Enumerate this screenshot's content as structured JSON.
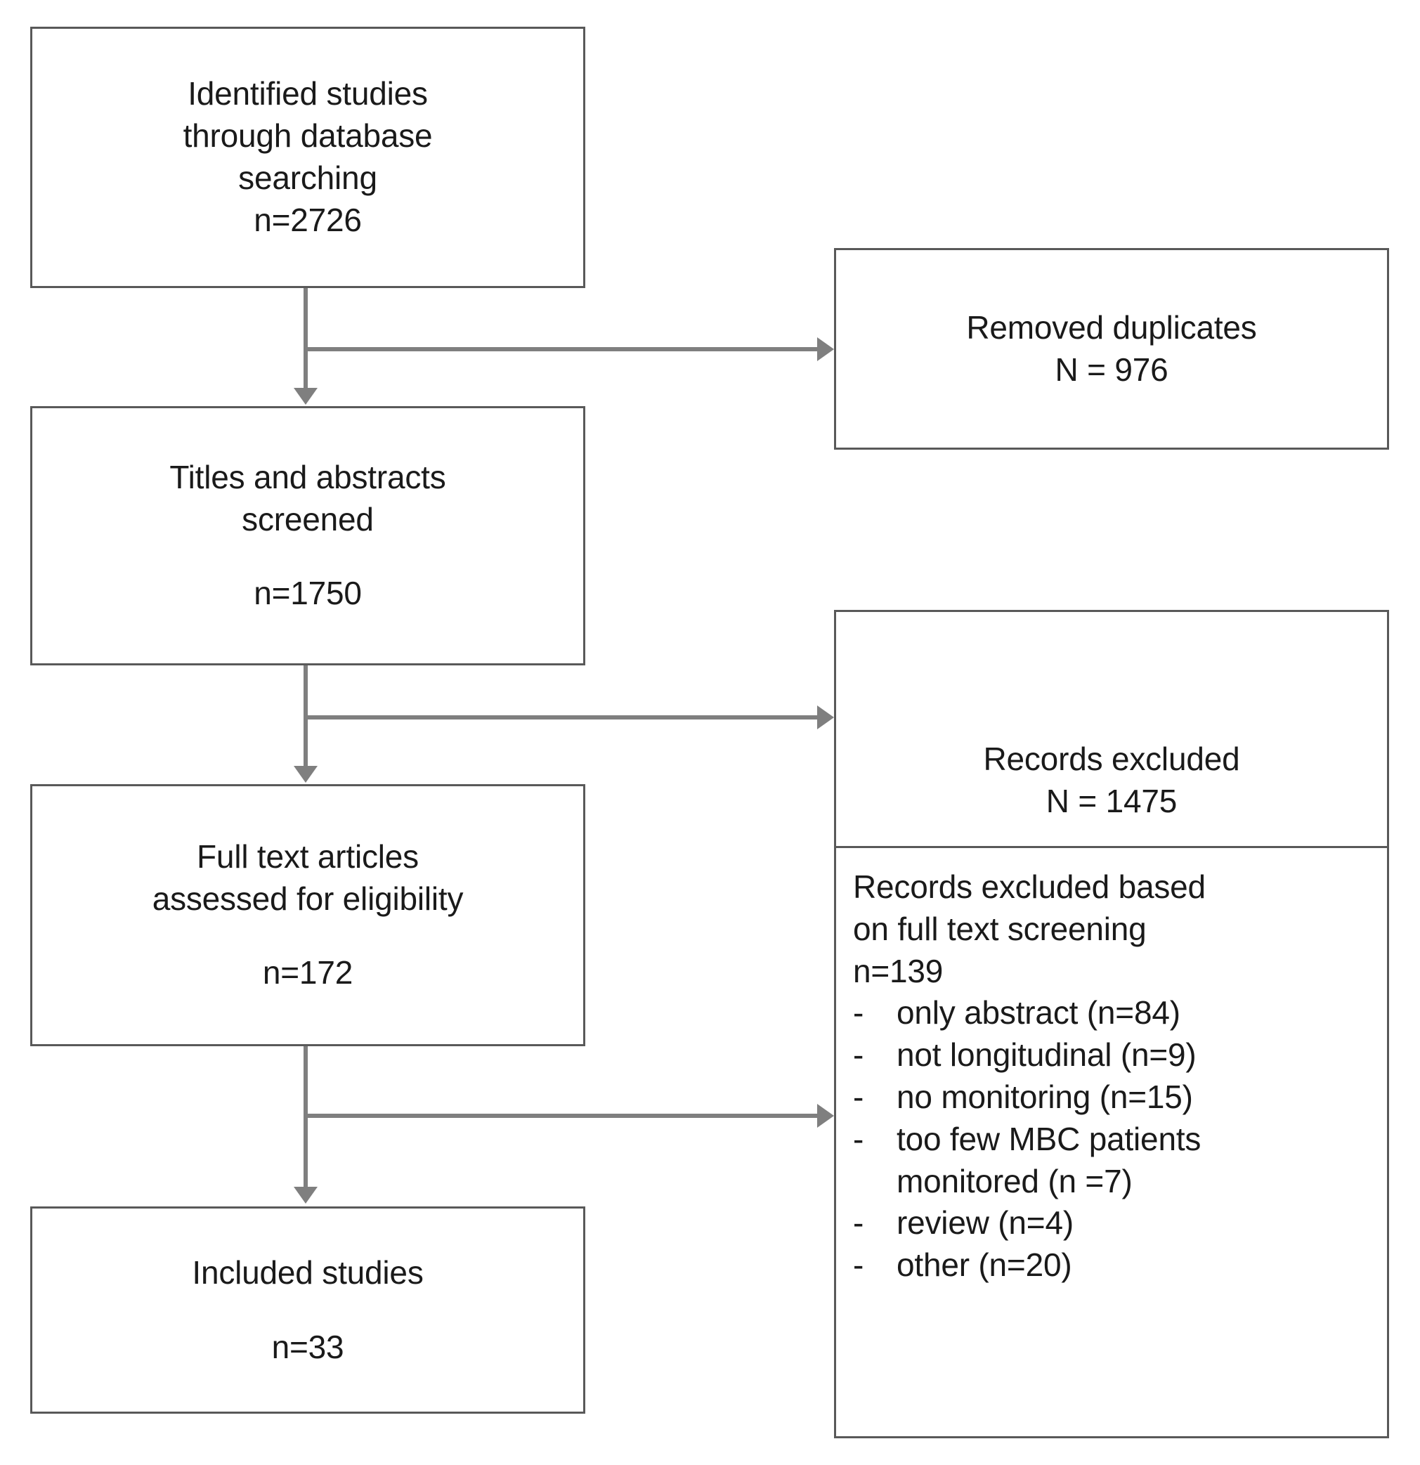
{
  "diagram": {
    "type": "prisma-flow-diagram",
    "nodes": {
      "identified": {
        "line1": "Identified studies",
        "line2": "through database",
        "line3": "searching",
        "count": "n=2726"
      },
      "duplicates": {
        "line1": "Removed duplicates",
        "count": "N = 976"
      },
      "screened": {
        "line1": "Titles and abstracts",
        "line2": "screened",
        "count": "n=1750"
      },
      "excluded": {
        "line1": "Records excluded",
        "count": "N = 1475"
      },
      "fulltext": {
        "line1": "Full text articles",
        "line2": "assessed for eligibility",
        "count": "n=172"
      },
      "excluded_full": {
        "line1": "Records excluded based",
        "line2": "on full text screening",
        "count": "n=139",
        "bullet_marker": "-",
        "reasons": [
          "only abstract (n=84)",
          "not longitudinal (n=9)",
          "no monitoring (n=15)",
          "too few MBC patients",
          "monitored (n =7)",
          "review (n=4)",
          "other (n=20)"
        ]
      },
      "included": {
        "line1": "Included studies",
        "count": "n=33"
      }
    },
    "colors": {
      "box_border": "#595959",
      "connector": "#7f7f7f",
      "text": "#1a1a1a",
      "background": "#ffffff"
    }
  }
}
